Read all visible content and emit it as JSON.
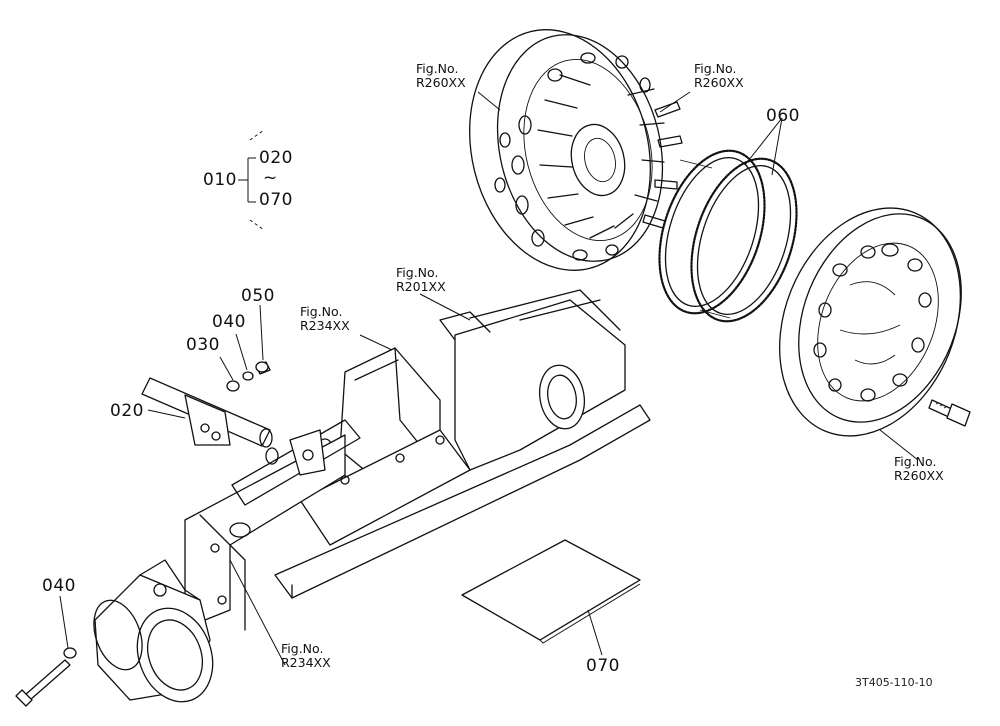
{
  "labels": {
    "p010": "010",
    "p020_range_top": "020",
    "p020_range_tilde": "~",
    "p070_range_bottom": "070",
    "p020": "020",
    "p030": "030",
    "p040_upper": "040",
    "p050": "050",
    "p060": "060",
    "p040_lower": "040",
    "p070": "070"
  },
  "figure_refs": [
    {
      "prefix": "Fig.No.",
      "code": "R260XX"
    },
    {
      "prefix": "Fig.No.",
      "code": "R260XX"
    },
    {
      "prefix": "Fig.No.",
      "code": "R201XX"
    },
    {
      "prefix": "Fig.No.",
      "code": "R234XX"
    },
    {
      "prefix": "Fig.No.",
      "code": "R260XX"
    },
    {
      "prefix": "Fig.No.",
      "code": "R234XX"
    }
  ],
  "drawing_code": "3T405-110-10"
}
